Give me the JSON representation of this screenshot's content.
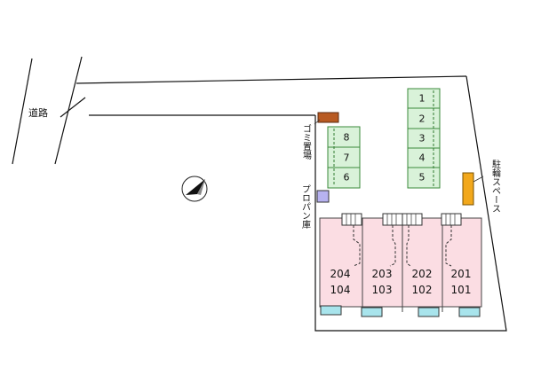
{
  "labels": {
    "road": "道路",
    "garbage": "ゴミ置場",
    "propane": "プロパン庫",
    "bicycle": "駐輪スペース"
  },
  "parking_a": [
    "8",
    "7",
    "6"
  ],
  "parking_b": [
    "1",
    "2",
    "3",
    "4",
    "5"
  ],
  "units": [
    {
      "upper": "204",
      "lower": "104"
    },
    {
      "upper": "203",
      "lower": "103"
    },
    {
      "upper": "202",
      "lower": "102"
    },
    {
      "upper": "201",
      "lower": "101"
    }
  ],
  "colors": {
    "parking_fill": "#d9f2d9",
    "parking_stroke": "#3a8a3a",
    "building_fill": "#fbdde3",
    "balcony_fill": "#a8e4ec",
    "garbage_fill": "#b85a22",
    "propane_fill": "#b7b2f0",
    "bicycle_fill": "#f2a81c"
  }
}
